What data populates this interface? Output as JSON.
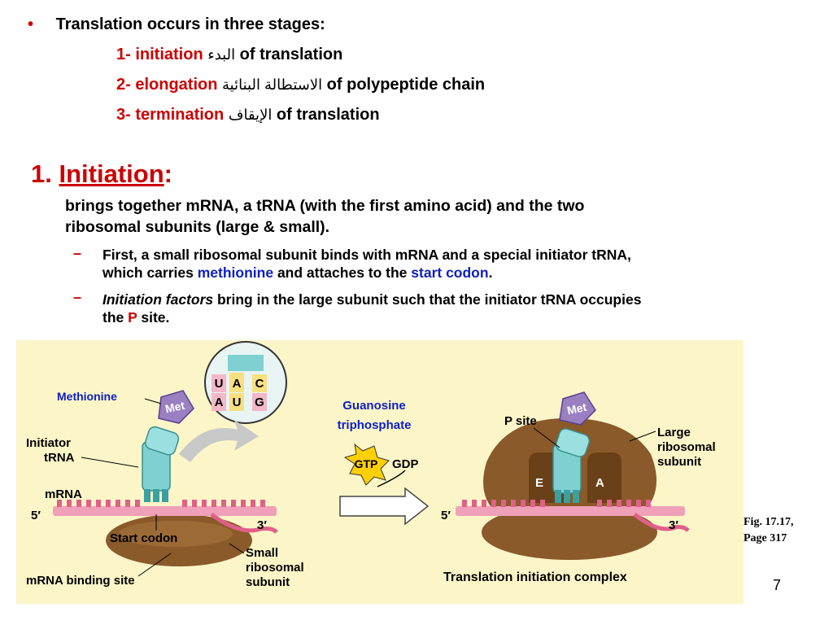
{
  "intro": {
    "bullet": "•",
    "text": "Translation occurs in three stages:"
  },
  "stages": [
    {
      "name": "1- initiation",
      "arabic": "البدء",
      "rest": "of translation"
    },
    {
      "name": "2- elongation",
      "arabic": "الاستطالة البنائية",
      "rest": "of polypeptide chain"
    },
    {
      "name": "3- termination",
      "arabic": "الإيقاف",
      "rest": "of translation"
    }
  ],
  "section": {
    "number": "1.",
    "title": "Initiation",
    "colon": ":",
    "desc_line1": "brings together mRNA, a tRNA (with the first amino acid) and the two",
    "desc_line2": "ribosomal subunits (large & small)."
  },
  "subpoints": [
    {
      "dash": "–",
      "line1": "First, a small ribosomal subunit binds with mRNA and a special initiator tRNA,",
      "line2_a": "which carries ",
      "line2_methionine": "methionine",
      "line2_b": " and attaches to the ",
      "line2_start_codon": "start codon",
      "line2_c": "."
    },
    {
      "dash": "–",
      "italic": "Initiation factors",
      "line1_rest": " bring in the large subunit such that the initiator tRNA occupies",
      "line2_a": "the ",
      "line2_p": "P",
      "line2_b": " site."
    }
  ],
  "figure": {
    "methionine_label": "Methionine",
    "met": "Met",
    "met_right": "Met",
    "codon_top": [
      "U",
      "A",
      "C"
    ],
    "codon_bottom": [
      "A",
      "U",
      "G"
    ],
    "initiator_trna_1": "Initiator",
    "initiator_trna_2": "tRNA",
    "mrna": "mRNA",
    "five_prime_left": "5′",
    "three_prime_left": "3′",
    "start_codon": "Start codon",
    "mrna_binding_site": "mRNA binding site",
    "small_subunit_1": "Small",
    "small_subunit_2": "ribosomal",
    "small_subunit_3": "subunit",
    "guanosine_1": "Guanosine",
    "guanosine_2": "triphosphate",
    "gtp": "GTP",
    "gdp": "GDP",
    "p_site": "P site",
    "large_subunit_1": "Large",
    "large_subunit_2": "ribosomal",
    "large_subunit_3": "subunit",
    "site_e": "E",
    "site_a": "A",
    "five_prime_right": "5′",
    "three_prime_right": "3′",
    "complex_caption": "Translation initiation complex"
  },
  "fig_ref_1": "Fig. 17.17,",
  "fig_ref_2": "Page 317",
  "page_number": "7",
  "colors": {
    "accent_red": "#cc0000",
    "label_blue": "#1020c0",
    "figure_bg": "#fbf5c8",
    "ribosome_brown": "#8a5a2a",
    "trna_teal": "#7fd0d0",
    "met_purple": "#9a80c0"
  }
}
